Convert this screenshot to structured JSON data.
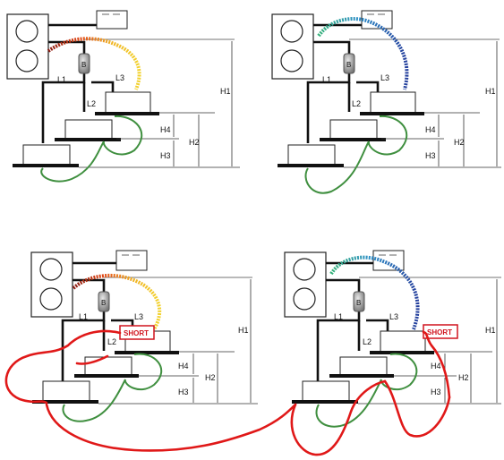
{
  "labels": {
    "l1": "L1",
    "l2": "L2",
    "l3": "L3",
    "h1": "H1",
    "h2": "H2",
    "h3": "H3",
    "h4": "H4",
    "branch": "B",
    "short": "SHORT"
  },
  "colors": {
    "pipe": "#111111",
    "wire_orange": "#e9a21f",
    "wire_blue": "#2a4fa8",
    "wire_green": "#3f8f3f",
    "wire_red": "#e01818"
  }
}
